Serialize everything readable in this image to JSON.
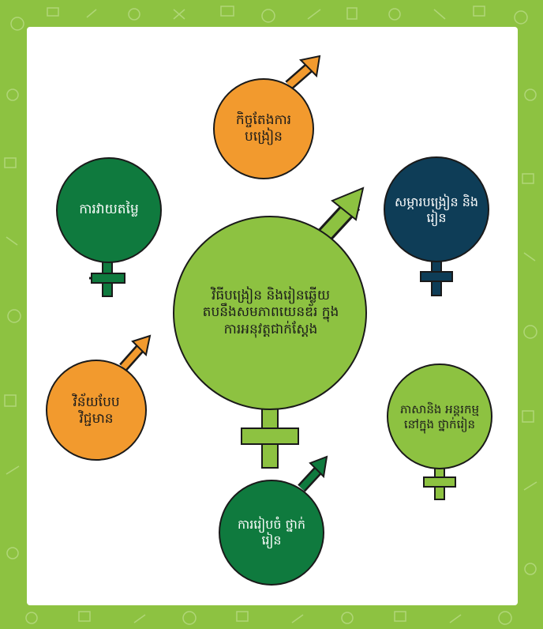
{
  "colors": {
    "border_green": "#8dc241",
    "orange": "#f29a2e",
    "dark_green": "#0f7a3e",
    "navy": "#0e3d57",
    "light_green": "#8dc241",
    "outline": "#1a1a1a"
  },
  "center": {
    "label": "វិធីបង្រៀន និងរៀនឆ្លើយ តបនឹងសមភាពយេនឌ័រ ក្នុងការអនុវត្តជាក់ស្តែង"
  },
  "nodes": [
    {
      "label": "កិច្ចតែងការ បង្រៀន",
      "symbol": "male",
      "color": "orange"
    },
    {
      "label": "ការវាយតម្លៃ",
      "symbol": "female",
      "color": "dark_green"
    },
    {
      "label": "សម្ភារបង្រៀន និង រៀន",
      "symbol": "female",
      "color": "navy"
    },
    {
      "label": "វិន័យបែប វិជ្ជមាន",
      "symbol": "male",
      "color": "orange"
    },
    {
      "label": "ភាសានិង អន្តរកម្មនៅក្នុង ថ្នាក់រៀន",
      "symbol": "female",
      "color": "light_green"
    },
    {
      "label": "ការរៀបចំ ថ្នាក់រៀន",
      "symbol": "male",
      "color": "dark_green"
    }
  ]
}
